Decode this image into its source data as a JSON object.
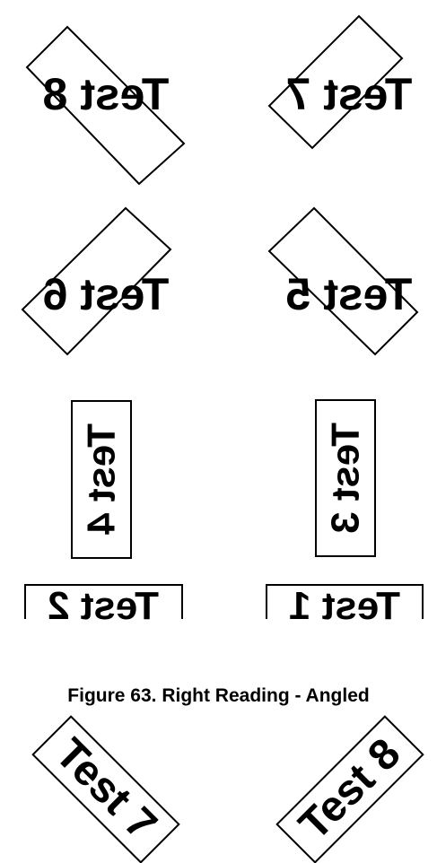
{
  "samples": {
    "upper": {
      "row1": {
        "left": "Test 8",
        "right": "Test 7"
      },
      "row2": {
        "left": "Test 6",
        "right": "Test 5"
      },
      "row3": {
        "left": "Test 4",
        "right": "Test 3"
      },
      "row4": {
        "left": "Test 2",
        "right": "Test 1"
      }
    },
    "lower": {
      "row1": {
        "left": "Test 7",
        "right": "Test 8"
      }
    }
  },
  "figure_caption": "Figure 63. Right Reading - Angled",
  "colors": {
    "ink": "#000000",
    "background": "#ffffff"
  }
}
